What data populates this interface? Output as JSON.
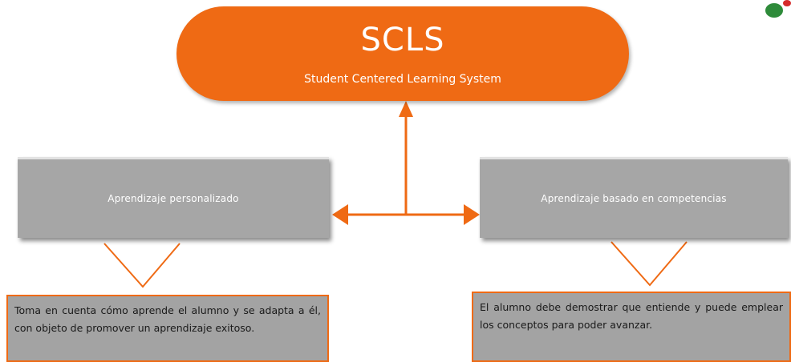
{
  "header": {
    "title": "SCLS",
    "subtitle": "Student Centered Learning System"
  },
  "branches": [
    {
      "label": "Aprendizaje personalizado",
      "description": "Toma en cuenta cómo aprende el alumno y se adapta a él, con objeto de promover un aprendizaje exitoso."
    },
    {
      "label": "Aprendizaje basado en competencias",
      "description": "El alumno debe demostrar que entiende y puede emplear los conceptos para poder avanzar."
    }
  ],
  "colors": {
    "accent": "#ef6a14",
    "box_fill": "#a6a6a6",
    "logo_green": "#2e8b3a",
    "logo_red": "#d52b2b"
  }
}
